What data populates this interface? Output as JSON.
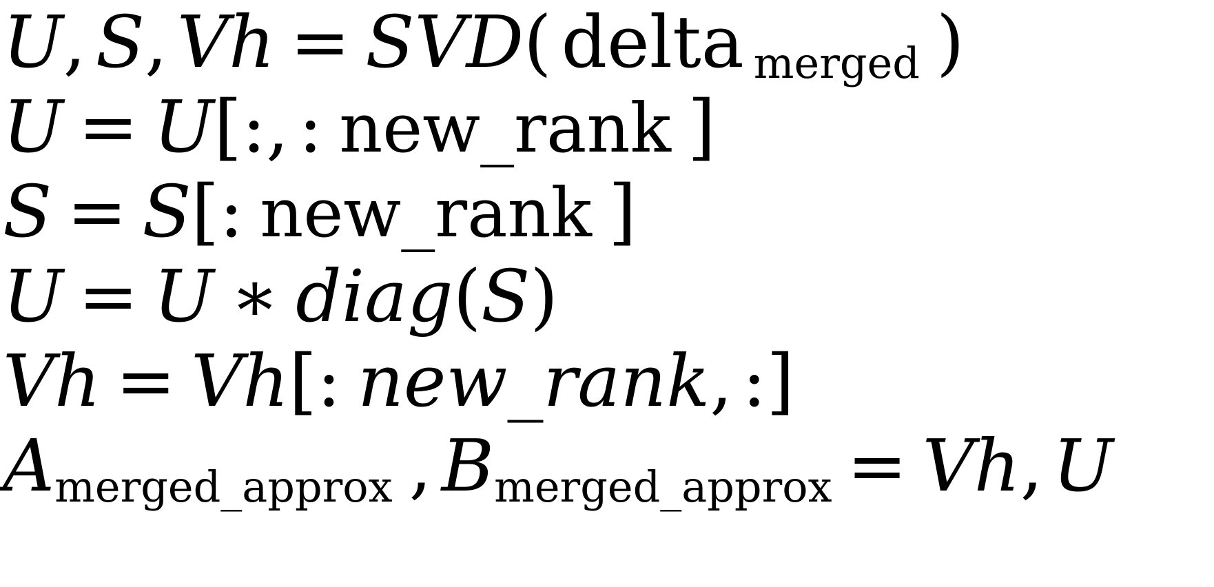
{
  "document": {
    "kind": "latex-equation-block",
    "background_color": "#ffffff",
    "text_color": "#000000",
    "line_count": 6
  },
  "equations": [
    {
      "id": "svd-decomposition",
      "plain": "U, S, Vh = SVD( delta_merged )",
      "tokens": {
        "lhs_u": "U",
        "comma1": ",",
        "lhs_s": "S",
        "comma2": ",",
        "lhs_vh": "Vh",
        "equals": "=",
        "func": "SVD",
        "open_paren": "(",
        "arg": "delta",
        "arg_sub": "merged",
        "close_paren": ")"
      }
    },
    {
      "id": "truncate-u-columns",
      "plain": "U = U[:, : new_rank ]",
      "tokens": {
        "lhs": "U",
        "equals": "=",
        "rhs": "U",
        "open_bracket": "[",
        "slice_all": ":,",
        "colon": ":",
        "index": "new_rank",
        "close_bracket": "]"
      }
    },
    {
      "id": "truncate-s",
      "plain": "S = S[: new_rank ]",
      "tokens": {
        "lhs": "S",
        "equals": "=",
        "rhs": "S",
        "open_bracket": "[",
        "colon": ":",
        "index": "new_rank",
        "close_bracket": "]"
      }
    },
    {
      "id": "scale-u-by-singular-values",
      "plain": "U = U * diag(S)",
      "tokens": {
        "lhs": "U",
        "equals": "=",
        "rhs": "U",
        "times": "∗",
        "func": "diag",
        "open_paren": "(",
        "arg": "S",
        "close_paren": ")"
      }
    },
    {
      "id": "truncate-vh-rows",
      "plain": "Vh = Vh[: new_rank, :]",
      "tokens": {
        "lhs": "Vh",
        "equals": "=",
        "rhs": "Vh",
        "open_bracket": "[",
        "colon": ":",
        "index": "new_rank",
        "comma": ",",
        "colon2": ":",
        "close_bracket": "]"
      }
    },
    {
      "id": "assign-merged-approx",
      "plain": "A_merged_approx , B_merged_approx = Vh, U",
      "tokens": {
        "a": "A",
        "a_sub": "merged_approx",
        "comma": ",",
        "b": "B",
        "b_sub": "merged_approx",
        "equals": "=",
        "rhs_vh": "Vh",
        "rhs_comma": ",",
        "rhs_u": "U"
      }
    }
  ]
}
